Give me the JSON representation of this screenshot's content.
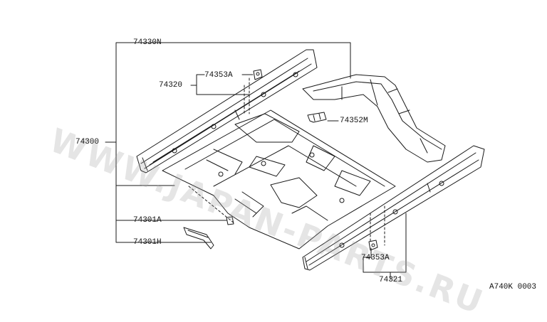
{
  "diagram": {
    "parts": {
      "p74330N": "74330N",
      "p74353A_top": "74353A",
      "p74320": "74320",
      "p74352M": "74352M",
      "p74300": "74300",
      "p74301A": "74301A",
      "p74301H": "74301H",
      "p74353A_bottom": "74353A",
      "p74321": "74321"
    },
    "diagram_code": "A740K 0003",
    "watermark": "WWW.JAPAN-PARTS.RU"
  },
  "colors": {
    "line": "#1a1a1a",
    "watermark": "#a0a0a0"
  }
}
